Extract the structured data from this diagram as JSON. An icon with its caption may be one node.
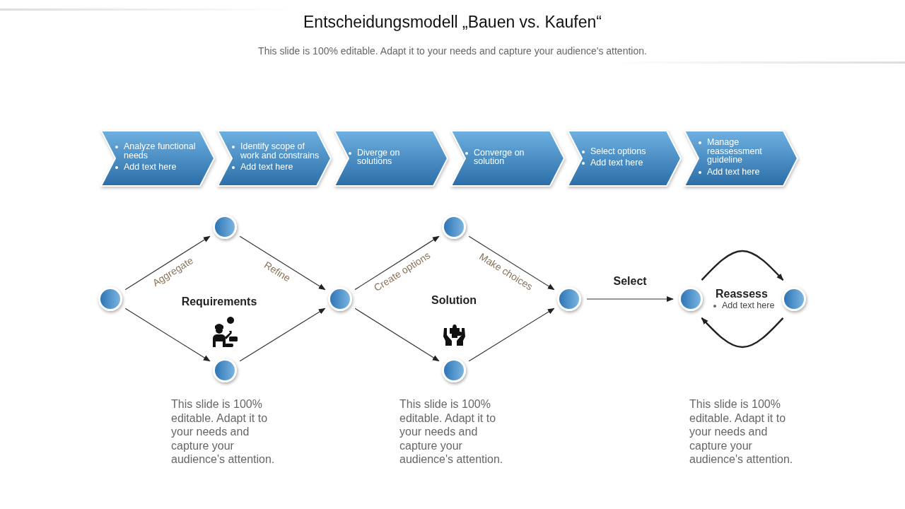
{
  "diagram": {
    "title": "Entscheidungsmodell „Bauen vs. Kaufen“",
    "nodes": [
      {
        "text": [
          "Analyze functional needs",
          "Add text here"
        ]
      },
      {
        "text": [
          "Identify scope of work and constrains",
          "Add text here"
        ]
      },
      {
        "text": [
          "Diverge on solutions"
        ]
      },
      {
        "text": [
          "Converge on solution"
        ]
      },
      {
        "text": [
          "Select options",
          "Add text here"
        ]
      },
      {
        "text": [
          "Manage reassessment guideline",
          "Add text here"
        ]
      },
      {
        "text": [],
        "shape": "circle"
      },
      {
        "text": [],
        "shape": "circle"
      },
      {
        "text": [],
        "shape": "circle"
      },
      {
        "text": [],
        "shape": "circle"
      },
      {
        "text": [],
        "shape": "circle"
      },
      {
        "text": [],
        "shape": "circle"
      },
      {
        "text": [],
        "shape": "circle"
      },
      {
        "text": [],
        "shape": "circle"
      },
      {
        "text": [],
        "shape": "circle"
      }
    ],
    "edges": [
      {
        "from": 6,
        "to": 7,
        "arrow": "to",
        "label": "Aggregate"
      },
      {
        "from": 7,
        "to": 9,
        "arrow": "to",
        "label": "Refine"
      },
      {
        "from": 6,
        "to": 8,
        "arrow": "to"
      },
      {
        "from": 8,
        "to": 9,
        "arrow": "to"
      },
      {
        "from": 9,
        "to": 10,
        "arrow": "to",
        "label": "Create options"
      },
      {
        "from": 10,
        "to": 12,
        "arrow": "to",
        "label": "Make choices"
      },
      {
        "from": 9,
        "to": 11,
        "arrow": "to"
      },
      {
        "from": 11,
        "to": 12,
        "arrow": "to"
      },
      {
        "from": 12,
        "to": 13,
        "arrow": "to",
        "label": "Select"
      },
      {
        "from": 13,
        "to": 14,
        "arrow": "to"
      },
      {
        "from": 14,
        "to": 13,
        "arrow": "to"
      }
    ],
    "labels": [
      "This slide is 100% editable. Adapt it to your needs and capture your audience's attention.",
      "Requirements",
      "Solution",
      "Reassess",
      "Add text here",
      "This slide is 100% editable. Adapt it to your needs and capture your audience's attention.",
      "This slide is 100% editable. Adapt it to your needs and capture your audience's attention.",
      "This slide is 100% editable. Adapt it to your needs and capture your audience's attention."
    ]
  }
}
